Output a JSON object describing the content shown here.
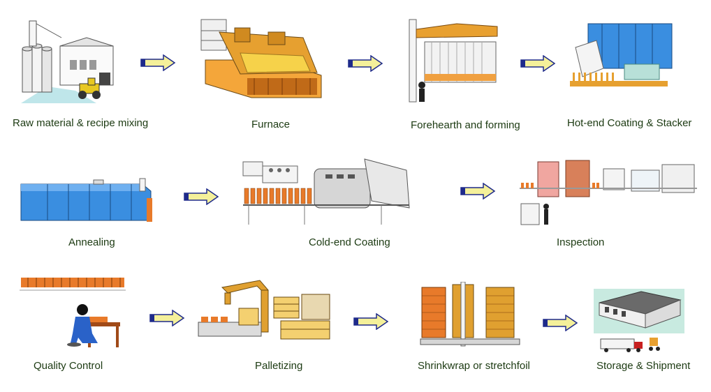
{
  "steps": [
    {
      "label": "Raw material & recipe mixing",
      "icon": "raw-material-silo-icon"
    },
    {
      "label": "Furnace",
      "icon": "furnace-icon"
    },
    {
      "label": "Forehearth and forming",
      "icon": "forming-machine-icon"
    },
    {
      "label": "Hot-end Coating & Stacker",
      "icon": "hot-end-coating-icon"
    },
    {
      "label": "Annealing",
      "icon": "annealing-lehr-icon"
    },
    {
      "label": "Cold-end Coating",
      "icon": "cold-end-coating-icon"
    },
    {
      "label": "Inspection",
      "icon": "inspection-machines-icon"
    },
    {
      "label": "Quality Control",
      "icon": "quality-control-worker-icon"
    },
    {
      "label": "Palletizing",
      "icon": "palletizing-robot-icon"
    },
    {
      "label": "Shrinkwrap or stretchfoil",
      "icon": "shrinkwrap-icon"
    },
    {
      "label": "Storage & Shipment",
      "icon": "warehouse-truck-icon"
    }
  ],
  "colors": {
    "arrow_fill": "#f4f09a",
    "arrow_stroke": "#1e2a8a",
    "label_text": "#1c3a12",
    "glass_orange": "#e87a2a",
    "lehr_blue": "#3a8ee0",
    "pallet_gold": "#e0a030"
  }
}
